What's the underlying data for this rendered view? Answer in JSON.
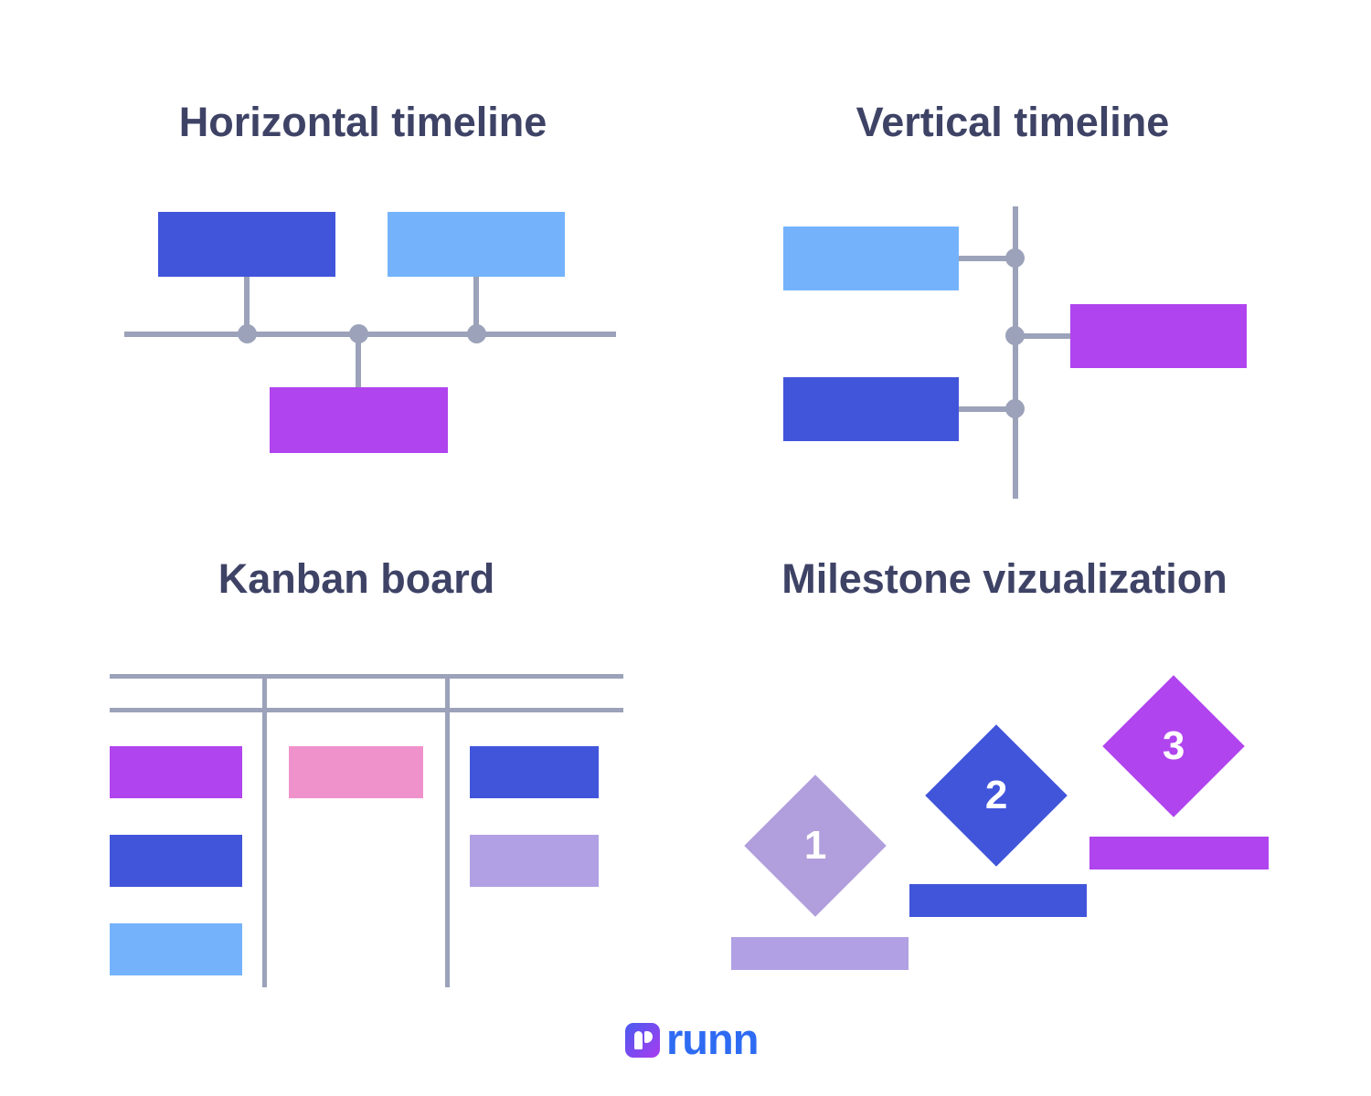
{
  "colors": {
    "title_text": "#3E4366",
    "royal_blue": "#4155DB",
    "light_blue": "#74B3FB",
    "purple": "#B044EE",
    "pink": "#EF92CB",
    "lavender": "#B1A0E3",
    "lavender_muted": "#B09FDC",
    "line_gray": "#9BA2B9",
    "logo_blue": "#2E6BF3",
    "logo_grad_start": "#4A5BF0",
    "logo_grad_end": "#A93BEF"
  },
  "sections": {
    "horizontal_timeline": {
      "title": "Horizontal timeline",
      "events_above_line": [
        "royal_blue",
        "light_blue"
      ],
      "events_below_line": [
        "purple"
      ]
    },
    "vertical_timeline": {
      "title": "Vertical timeline",
      "events": [
        {
          "side": "left",
          "color": "light_blue"
        },
        {
          "side": "right",
          "color": "purple"
        },
        {
          "side": "left",
          "color": "royal_blue"
        }
      ]
    },
    "kanban": {
      "title": "Kanban board",
      "columns": [
        {
          "cards": [
            "purple",
            "royal_blue",
            "light_blue"
          ]
        },
        {
          "cards": [
            "pink"
          ]
        },
        {
          "cards": [
            "royal_blue",
            "lavender"
          ]
        }
      ]
    },
    "milestones": {
      "title": "Milestone vizualization",
      "items": [
        {
          "label": "1",
          "color": "lavender_muted"
        },
        {
          "label": "2",
          "color": "royal_blue"
        },
        {
          "label": "3",
          "color": "purple"
        }
      ]
    }
  },
  "footer": {
    "logo_text": "runn"
  }
}
